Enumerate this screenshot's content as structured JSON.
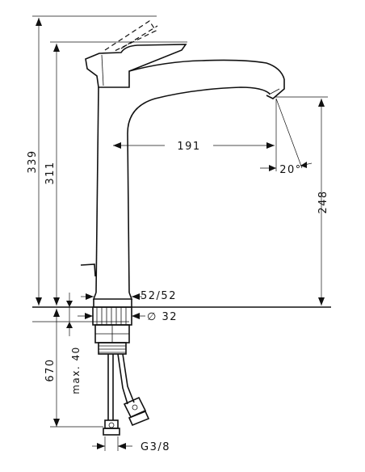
{
  "dimensions": {
    "total_height": "339",
    "spout_height": "311",
    "spout_reach": "191",
    "spout_angle": "20°",
    "outlet_height": "248",
    "body_size": "52/52",
    "base_diameter": "∅ 32",
    "deck_thickness": "max. 40",
    "hose_length": "670",
    "thread": "G3/8"
  }
}
